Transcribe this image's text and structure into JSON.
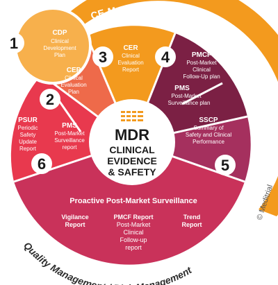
{
  "arcs": {
    "ce_mark": "CE-Mark Conformity Assessment",
    "quality": "Quality Management / Risk Management",
    "copyright": "© Meditrial"
  },
  "center": {
    "line1": "MDR",
    "line2": "CLINICAL",
    "line3": "EVIDENCE",
    "line4": "& SAFETY"
  },
  "steps": [
    {
      "number": "1"
    },
    {
      "number": "2"
    },
    {
      "number": "3"
    },
    {
      "number": "4"
    },
    {
      "number": "5"
    },
    {
      "number": "6"
    }
  ],
  "segments": {
    "cdp": {
      "title": "CDP",
      "lines": [
        "Clinical",
        "Development",
        "Plan"
      ]
    },
    "cep": {
      "title": "CEP",
      "lines": [
        "Clinical",
        "Evaluation",
        "Plan"
      ]
    },
    "cer": {
      "title": "CER",
      "lines": [
        "Clinical",
        "Evaluation",
        "Report"
      ]
    },
    "pmcf": {
      "title": "PMCF",
      "lines": [
        "Post-Market",
        "Clinical",
        "Follow-Up plan"
      ]
    },
    "pms_plan": {
      "title": "PMS",
      "lines": [
        "Post-Market",
        "Surveillance plan"
      ]
    },
    "sscp": {
      "title": "SSCP",
      "lines": [
        "Summary of",
        "Safety and Clinical",
        "Performance"
      ]
    },
    "psur": {
      "title": "PSUR",
      "lines": [
        "Periodic",
        "Safety",
        "Update",
        "Report"
      ]
    },
    "pms_report": {
      "title": "PMS",
      "lines": [
        "Post-Market",
        "Surveillance",
        "report"
      ]
    }
  },
  "bottom": {
    "title": "Proactive Post-Market Surveillance",
    "vigilance": [
      "Vigilance",
      "Report"
    ],
    "pmcf_report": [
      "PMCF Report",
      "Post-Market",
      "Clinical",
      "Follow-up",
      "report"
    ],
    "trend": [
      "Trend",
      "Report"
    ]
  },
  "colors": {
    "orange": "#F39A1E",
    "orange_light": "#F7B04C",
    "coral": "#EE6A4A",
    "red": "#E8394E",
    "maroon": "#7B2044",
    "plum": "#A5305E",
    "magenta": "#C43A5E",
    "bottom": "#C9325A"
  }
}
